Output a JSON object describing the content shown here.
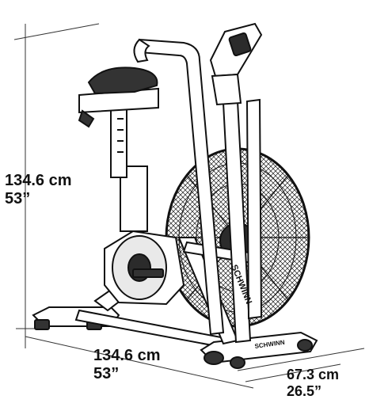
{
  "brand": {
    "name": "SCHWINN"
  },
  "dimensions": {
    "height": {
      "metric": "134.6 cm",
      "imperial": "53”"
    },
    "length": {
      "metric": "134.6 cm",
      "imperial": "53”"
    },
    "width": {
      "metric": "67.3 cm",
      "imperial": "26.5”"
    }
  },
  "colors": {
    "ink": "#111111",
    "frame": "#ffffff",
    "fan_mesh": "#1a1a1a",
    "hub": "#2b2b2b",
    "background": "#ffffff"
  },
  "icons": [
    "air-bike-illustration",
    "fan-wheel",
    "seat",
    "handlebar",
    "console"
  ]
}
